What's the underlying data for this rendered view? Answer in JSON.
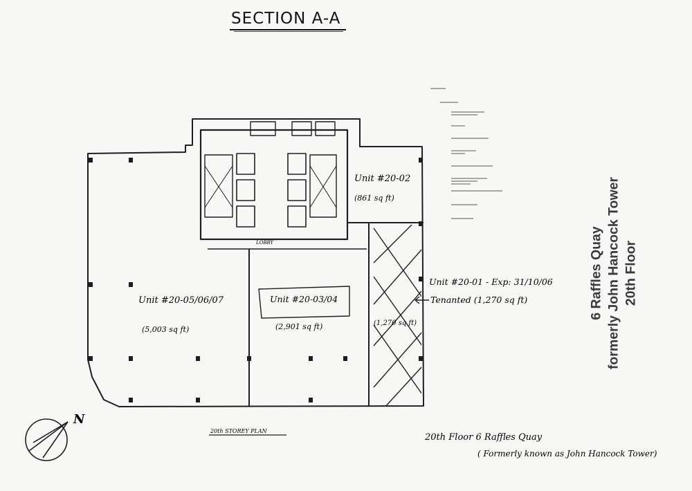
{
  "title": "SECTION A-A",
  "right_caption": {
    "line1": "6 Raffles Quay",
    "line2": "formerly John Hancock Tower",
    "line3": "20th Floor"
  },
  "units": {
    "unit_05": {
      "label": "Unit #20-05/06/07",
      "area": "(5,003 sq ft)"
    },
    "unit_03": {
      "label": "Unit #20-03/04",
      "area": "(2,901 sq ft)"
    },
    "unit_02": {
      "label": "Unit #20-02",
      "area": "(861 sq ft)"
    },
    "unit_01": {
      "area": "(1,270 sq ft)"
    }
  },
  "annotations": {
    "unit_01_note": "Unit #20-01  - Exp: 31/10/06",
    "tenanted": "Tenanted (1,270 sq ft)",
    "lobby": "LOBBY"
  },
  "plan_label": "20th STOREY PLAN",
  "footer_note": {
    "line1": "20th Floor 6 Raffles Quay",
    "line2": "( Formerly known as John Hancock Tower)"
  },
  "north_label": "N",
  "colors": {
    "ink": "#1a1a1a",
    "caption": "#3a3a3a",
    "paper": "#f7f7f5"
  }
}
